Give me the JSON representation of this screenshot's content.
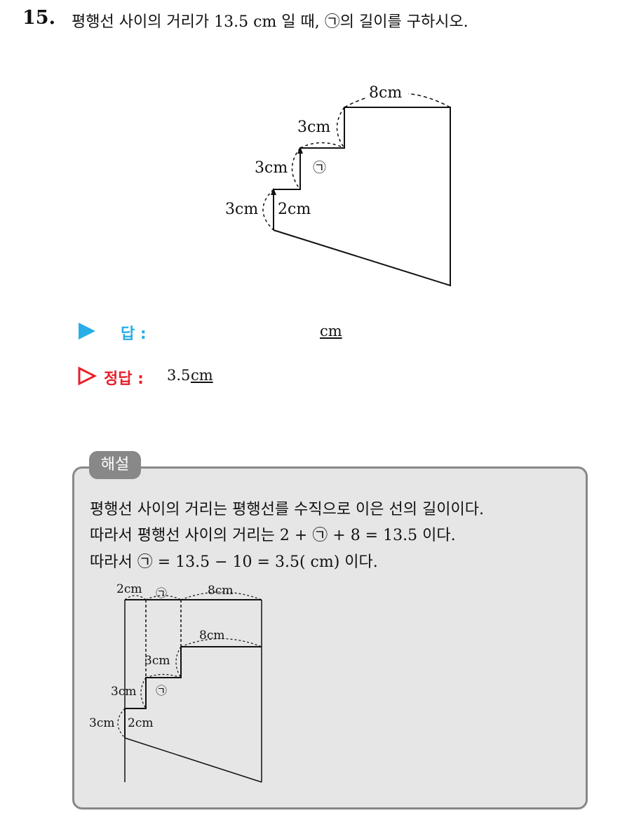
{
  "question": {
    "number": "15.",
    "text": "평행선 사이의 거리가 13.5 cm 일 때, ㉠의 길이를 구하시오."
  },
  "figure": {
    "label_top": "8cm",
    "label_step3": "3cm",
    "label_step2": "3cm",
    "label_step1": "3cm",
    "label_target": "㉠",
    "label_inner": "2cm"
  },
  "answer": {
    "label": "답 :",
    "unit": "cm"
  },
  "correct": {
    "label": "정답 :",
    "value": "3.5",
    "unit": "cm"
  },
  "solution": {
    "tag": "해설",
    "lines": [
      "평행선 사이의 거리는 평행선를 수직으로 이은 선의 길이이다.",
      "따라서 평행선 사이의 거리는 2 + ㉠ + 8 = 13.5 이다.",
      "따라서 ㉠ = 13.5 − 10 = 3.5( cm) 이다."
    ],
    "figure": {
      "label_top_2": "2cm",
      "label_top_target": "㉠",
      "label_top_8": "8cm",
      "label_mid_8": "8cm",
      "label_step3": "3cm",
      "label_target": "㉠",
      "label_step2": "3cm",
      "label_step1": "3cm",
      "label_inner": "2cm"
    }
  }
}
